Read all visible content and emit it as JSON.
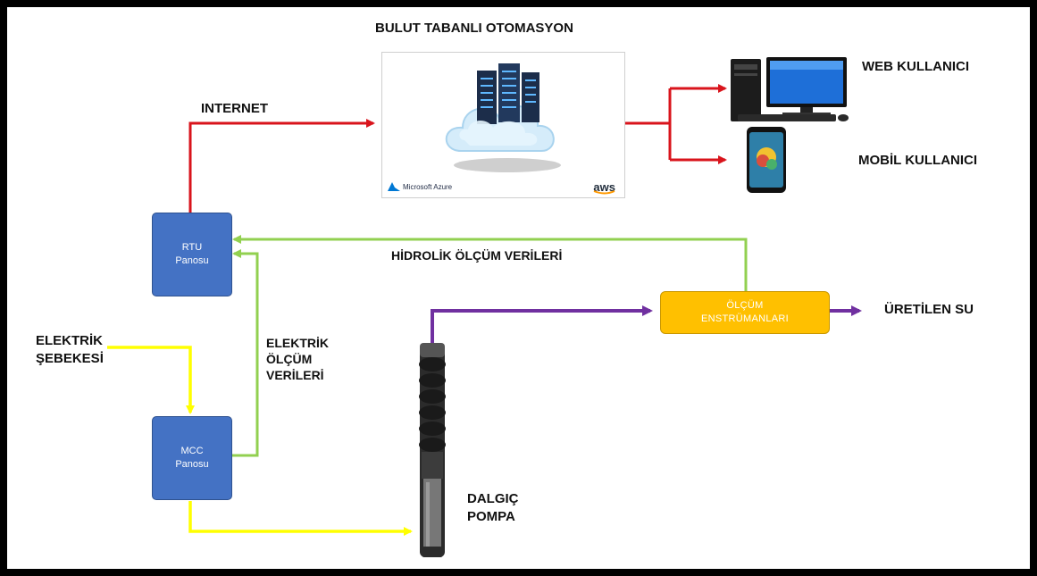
{
  "title": "BULUT TABANLI OTOMASYON",
  "labels": {
    "internet": "INTERNET",
    "web_user": "WEB KULLANICI",
    "mobile_user": "MOBİL KULLANICI",
    "hydraulic": "HİDROLİK ÖLÇÜM VERİLERİ",
    "produced_water": "ÜRETİLEN SU",
    "grid_1": "ELEKTRİK",
    "grid_2": "ŞEBEKESİ",
    "electric_1": "ELEKTRİK",
    "electric_2": "ÖLÇÜM",
    "electric_3": "VERİLERİ",
    "pump_1": "DALGIÇ",
    "pump_2": "POMPA"
  },
  "boxes": {
    "rtu_1": "RTU",
    "rtu_2": "Panosu",
    "mcc_1": "MCC",
    "mcc_2": "Panosu",
    "meas_1": "ÖLÇÜM",
    "meas_2": "ENSTRÜMANLARI"
  },
  "cloud": {
    "azure": "Microsoft Azure",
    "aws": "aws"
  },
  "colors": {
    "internet": "#d9141c",
    "hydraulic": "#92d050",
    "power": "#ffff00",
    "water": "#7030a0",
    "panel": "#4472c4",
    "instrument": "#ffc000"
  }
}
